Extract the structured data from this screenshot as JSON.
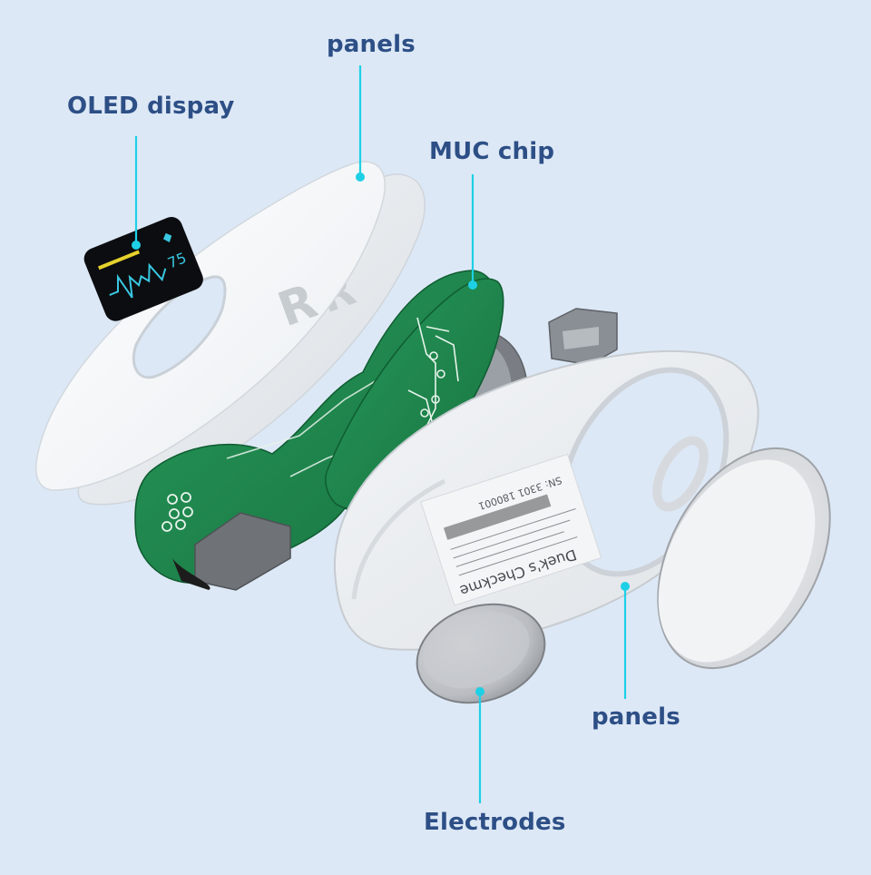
{
  "labels": {
    "panels_top": "panels",
    "oled_display": "OLED dispay",
    "muc_chip": "MUC chip",
    "panels_bottom": "panels",
    "electrodes": "Electrodes"
  },
  "device_text": {
    "oled_reading": "75",
    "panel_logo": "R",
    "case_brand": "Duek's Checkme",
    "case_serial": "SN: 3301 180001"
  },
  "colors": {
    "background": "#dde8f6",
    "label_text": "#2d4f86",
    "leader_line": "#1ed0e6",
    "pcb": "#1f8a4c"
  }
}
